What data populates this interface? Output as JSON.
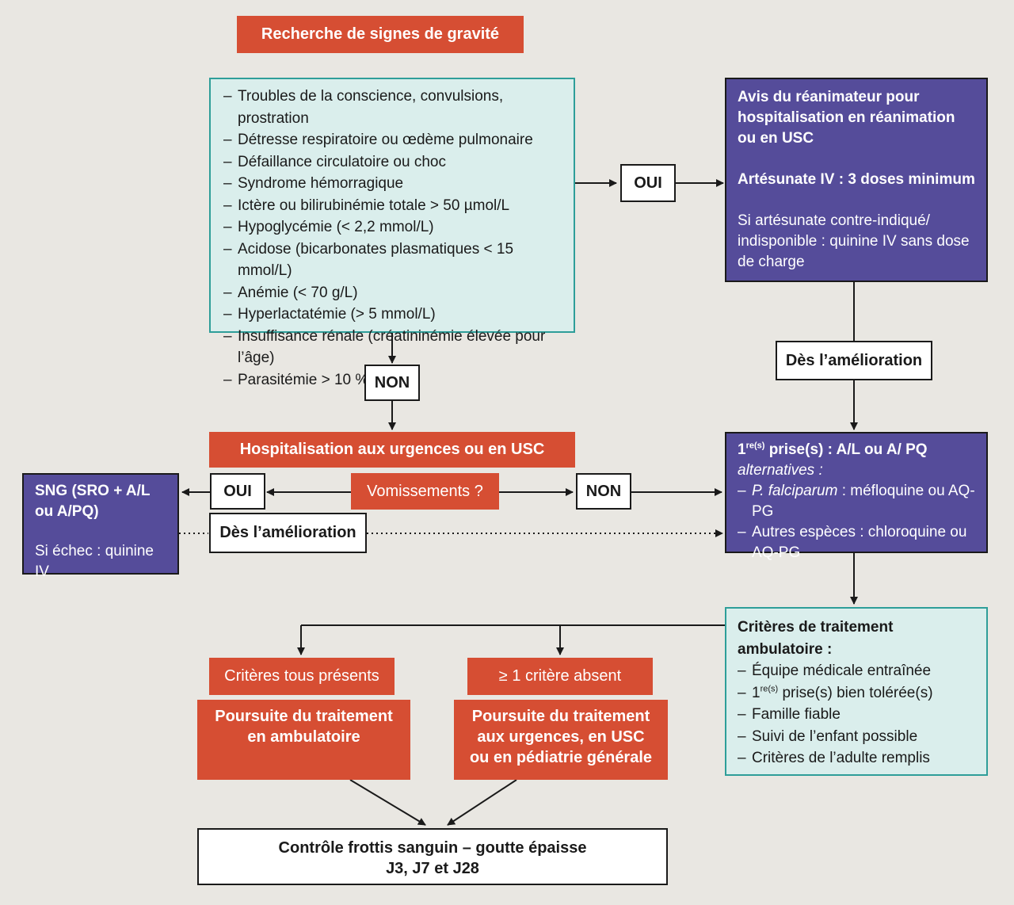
{
  "title": "Recherche de signes de gravité",
  "severity_signs": [
    "Troubles de la conscience, convulsions, prostration",
    "Détresse respiratoire ou œdème pulmonaire",
    "Défaillance circulatoire ou choc",
    "Syndrome hémorragique",
    "Ictère ou bilirubinémie totale > 50 µmol/L",
    "Hypoglycémie (< 2,2 mmol/L)",
    "Acidose (bicarbonates plasmatiques < 15 mmol/L)",
    "Anémie (< 70 g/L)",
    "Hyperlactatémie (> 5 mmol/L)",
    "Insuffisance rénale (créatininémie élevée pour l’âge)",
    "Parasitémie > 10 %"
  ],
  "labels": {
    "oui": "OUI",
    "non": "NON",
    "des_amelioration": "Dès l’amélioration"
  },
  "icu_box": {
    "line1": "Avis du réanimateur pour hospitalisation en réanimation ou en USC",
    "line2": "Artésunate IV : 3 doses minimum",
    "line3": "Si artésunate contre-indiqué/ indisponible : quinine IV sans dose de charge"
  },
  "hospitalisation": "Hospitalisation aux urgences ou en USC",
  "vomissements": "Vomissements ?",
  "sng_box": {
    "line1": "SNG (SRO + A/L ou A/PQ)",
    "line2": "Si échec : quinine IV"
  },
  "first_dose_box": {
    "heading_pre": "1",
    "heading_sup": "re(s)",
    "heading_post": " prise(s) : A/L ou A/ PQ",
    "alternatives": "alternatives :",
    "item1_species": "P. falciparum",
    "item1_rest": " : méfloquine ou AQ-PG",
    "item2": "Autres espèces : chloroquine ou AQ-PG"
  },
  "criteria_box": {
    "heading": "Critères de traitement ambulatoire :",
    "item1": "Équipe médicale entraînée",
    "item2_pre": "1",
    "item2_sup": "re(s)",
    "item2_post": " prise(s) bien tolérée(s)",
    "item3": "Famille fiable",
    "item4": "Suivi de l’enfant possible",
    "item5": "Critères de l’adulte remplis"
  },
  "criteria_present": "Critères tous présents",
  "criteria_absent": "≥ 1 critère absent",
  "outpatient": "Poursuite du traitement en ambulatoire",
  "inpatient": "Poursuite du traitement aux urgences, en USC ou en pédiatrie générale",
  "control": {
    "line1": "Contrôle frottis sanguin – goutte épaisse",
    "line2": "J3, J7 et J28"
  },
  "colors": {
    "red": "#d64e33",
    "purple": "#554c9a",
    "teal_fill": "#daeeec",
    "teal_border": "#2e9e99",
    "background": "#e9e7e2"
  }
}
